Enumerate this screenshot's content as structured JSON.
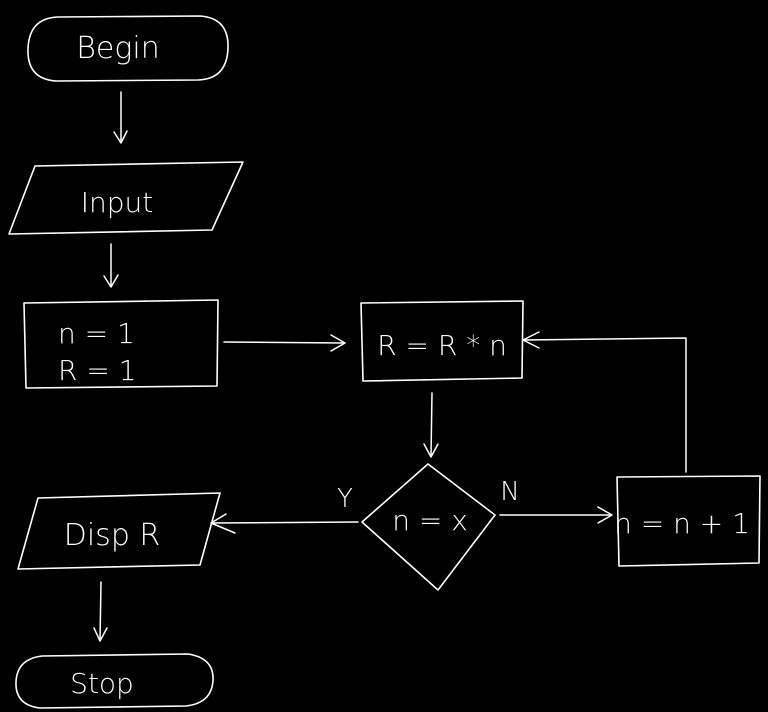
{
  "colors": {
    "background": "#000000",
    "stroke": "#ffffff"
  },
  "nodes": {
    "begin": {
      "label": "Begin"
    },
    "input": {
      "label": "Input"
    },
    "init": {
      "line1": "n = 1",
      "line2": "R = 1"
    },
    "multiply": {
      "label": "R = R * n"
    },
    "decision": {
      "label": "n = x"
    },
    "increment": {
      "label": "n = n + 1"
    },
    "display": {
      "label": "Disp R"
    },
    "stop": {
      "label": "Stop"
    }
  },
  "edges": {
    "yes_label": "Y",
    "no_label": "N"
  }
}
